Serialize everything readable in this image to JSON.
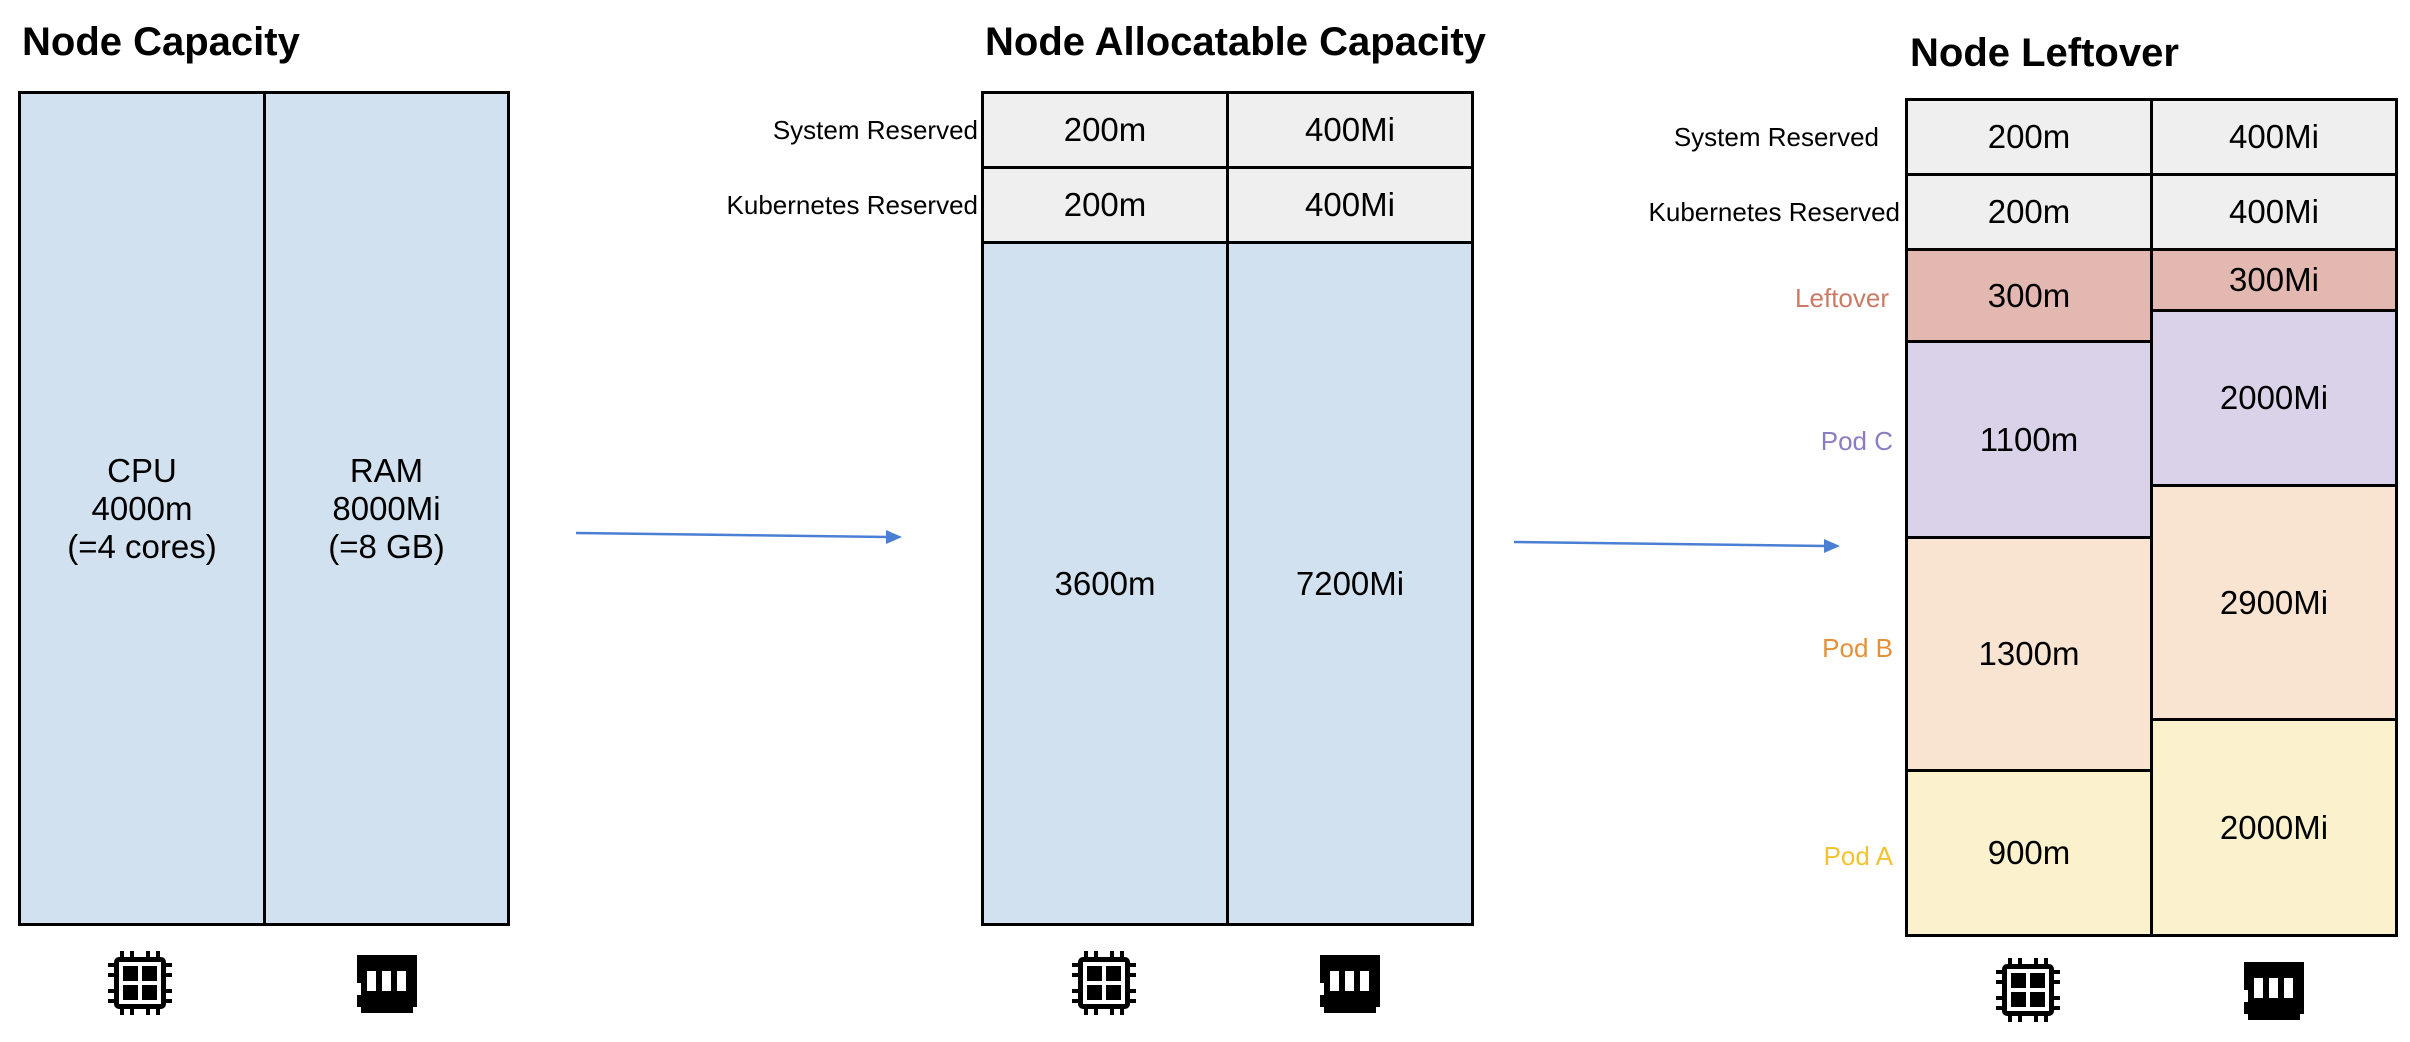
{
  "titles": {
    "capacity": "Node Capacity",
    "allocatable": "Node Allocatable Capacity",
    "leftover": "Node Leftover"
  },
  "row_labels": {
    "system_reserved": "System Reserved",
    "kubernetes_reserved": "Kubernetes Reserved",
    "leftover": "Leftover",
    "pod_c": "Pod C",
    "pod_b": "Pod B",
    "pod_a": "Pod A"
  },
  "capacity": {
    "cpu": {
      "name": "CPU",
      "value": "4000m",
      "note": "(=4 cores)"
    },
    "ram": {
      "name": "RAM",
      "value": "8000Mi",
      "note": "(=8 GB)"
    }
  },
  "allocatable": {
    "system_reserved": {
      "cpu": "200m",
      "ram": "400Mi"
    },
    "kubernetes_reserved": {
      "cpu": "200m",
      "ram": "400Mi"
    },
    "allocatable": {
      "cpu": "3600m",
      "ram": "7200Mi"
    }
  },
  "leftover": {
    "system_reserved": {
      "cpu": "200m",
      "ram": "400Mi"
    },
    "kubernetes_reserved": {
      "cpu": "200m",
      "ram": "400Mi"
    },
    "leftover": {
      "cpu": "300m",
      "ram": "300Mi"
    },
    "pod_c": {
      "cpu": "1100m",
      "ram": "2000Mi"
    },
    "pod_b": {
      "cpu": "1300m",
      "ram": "2900Mi"
    },
    "pod_a": {
      "cpu": "900m",
      "ram": "2000Mi"
    }
  },
  "colors": {
    "capacity_fill": "#d2e1ef",
    "reserved_fill": "#efefef",
    "leftover_fill": "#e3b8b0",
    "leftover_label": "#cc7a66",
    "pod_c_fill": "#d9d2e8",
    "pod_c_label": "#8e7cc3",
    "pod_b_fill": "#f8e4d0",
    "pod_b_label": "#e69138",
    "pod_a_fill": "#fbf1cd",
    "pod_a_label": "#f1c232",
    "arrow": "#4a7fd4"
  },
  "icons": {
    "cpu": "cpu-chip-icon",
    "ram": "memory-module-icon"
  }
}
